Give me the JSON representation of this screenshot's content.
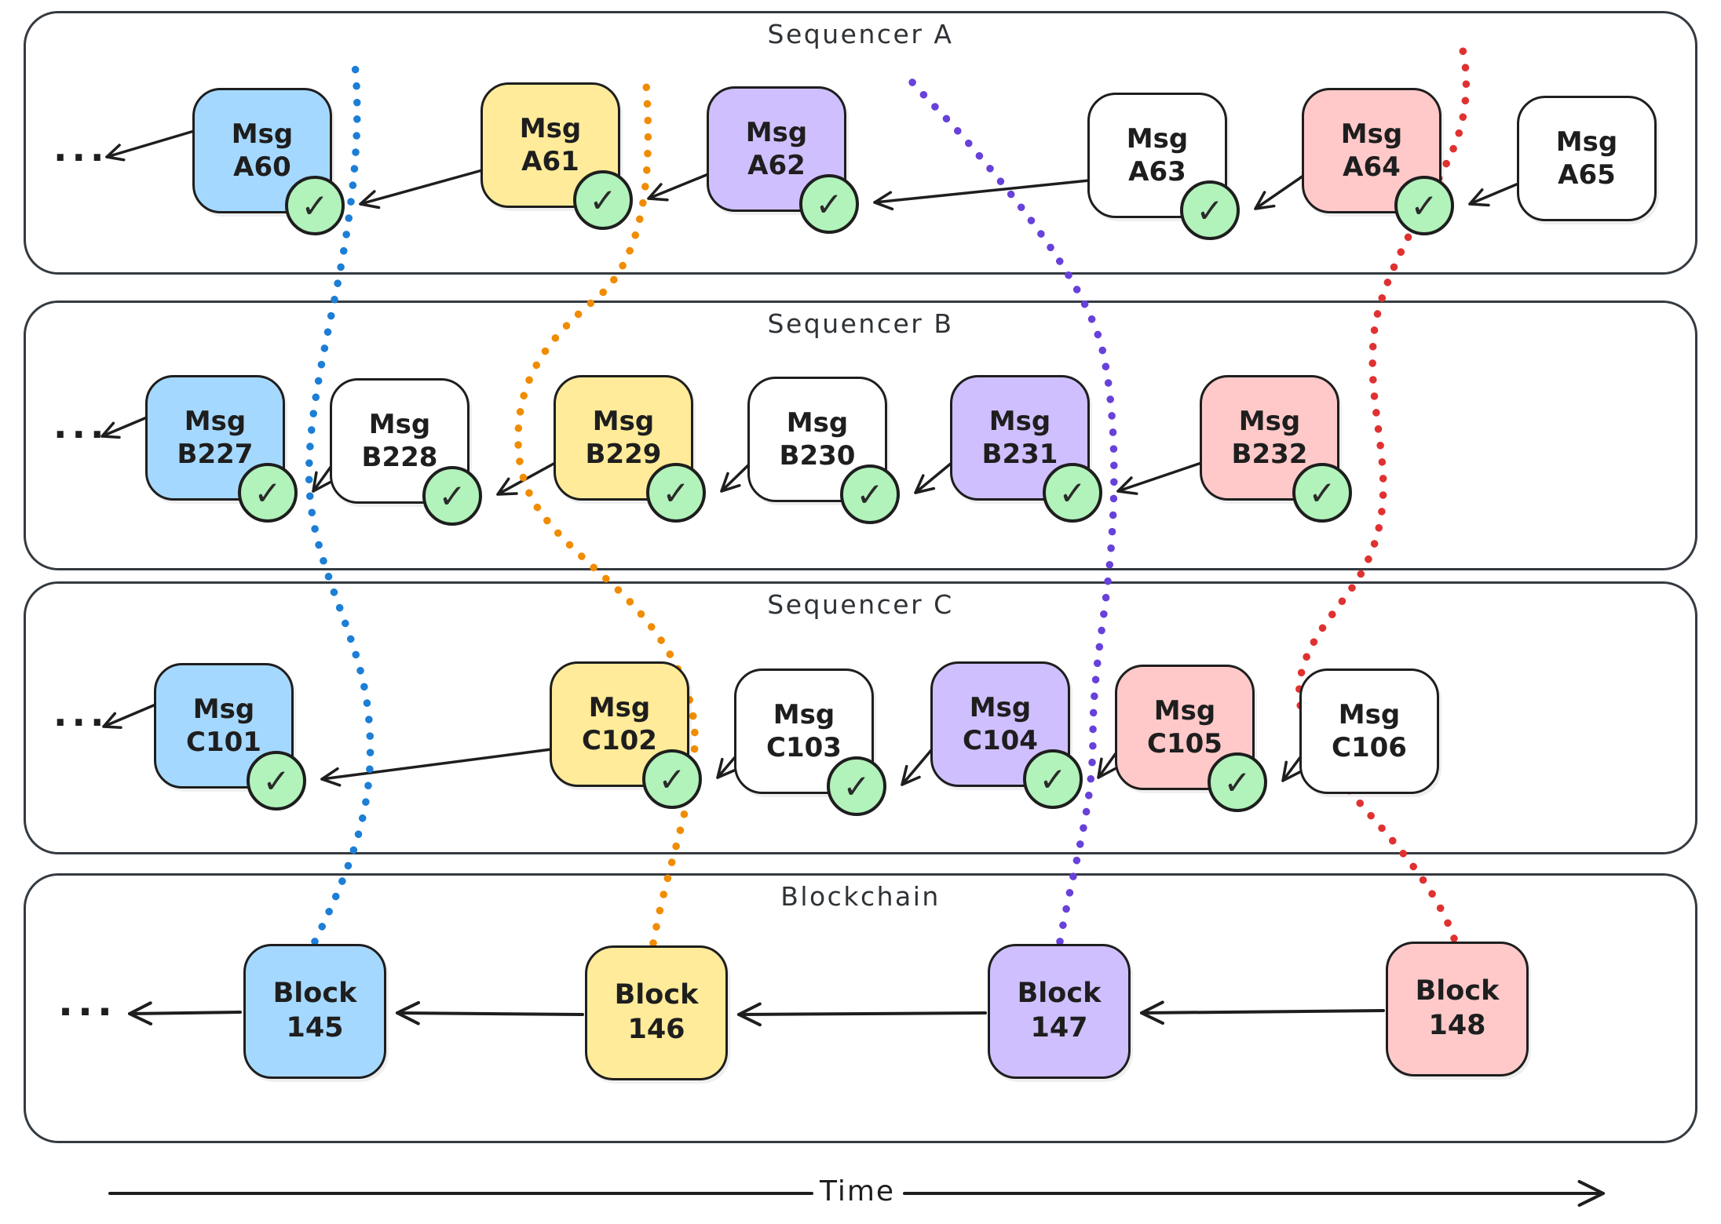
{
  "lanes": [
    {
      "title": "Sequencer A",
      "ellipsis": "...",
      "messages": [
        {
          "line1": "Msg",
          "line2": "A60",
          "color": "blue",
          "checked": true
        },
        {
          "line1": "Msg",
          "line2": "A61",
          "color": "yellow",
          "checked": true
        },
        {
          "line1": "Msg",
          "line2": "A62",
          "color": "purple",
          "checked": true
        },
        {
          "line1": "Msg",
          "line2": "A63",
          "color": "white",
          "checked": true
        },
        {
          "line1": "Msg",
          "line2": "A64",
          "color": "pink",
          "checked": true
        },
        {
          "line1": "Msg",
          "line2": "A65",
          "color": "white",
          "checked": false
        }
      ]
    },
    {
      "title": "Sequencer B",
      "ellipsis": "...",
      "messages": [
        {
          "line1": "Msg",
          "line2": "B227",
          "color": "blue",
          "checked": true
        },
        {
          "line1": "Msg",
          "line2": "B228",
          "color": "white",
          "checked": true
        },
        {
          "line1": "Msg",
          "line2": "B229",
          "color": "yellow",
          "checked": true
        },
        {
          "line1": "Msg",
          "line2": "B230",
          "color": "white",
          "checked": true
        },
        {
          "line1": "Msg",
          "line2": "B231",
          "color": "purple",
          "checked": true
        },
        {
          "line1": "Msg",
          "line2": "B232",
          "color": "pink",
          "checked": true
        }
      ]
    },
    {
      "title": "Sequencer C",
      "ellipsis": "...",
      "messages": [
        {
          "line1": "Msg",
          "line2": "C101",
          "color": "blue",
          "checked": true
        },
        {
          "line1": "Msg",
          "line2": "C102",
          "color": "yellow",
          "checked": true
        },
        {
          "line1": "Msg",
          "line2": "C103",
          "color": "white",
          "checked": true
        },
        {
          "line1": "Msg",
          "line2": "C104",
          "color": "purple",
          "checked": true
        },
        {
          "line1": "Msg",
          "line2": "C105",
          "color": "pink",
          "checked": true
        },
        {
          "line1": "Msg",
          "line2": "C106",
          "color": "white",
          "checked": false
        }
      ]
    }
  ],
  "blockchain": {
    "title": "Blockchain",
    "ellipsis": "...",
    "blocks": [
      {
        "line1": "Block",
        "line2": "145",
        "color": "blue"
      },
      {
        "line1": "Block",
        "line2": "146",
        "color": "yellow"
      },
      {
        "line1": "Block",
        "line2": "147",
        "color": "purple"
      },
      {
        "line1": "Block",
        "line2": "148",
        "color": "pink"
      }
    ]
  },
  "block_links": [
    {
      "block": "145",
      "color": "link_blue"
    },
    {
      "block": "146",
      "color": "link_orange"
    },
    {
      "block": "147",
      "color": "link_purple"
    },
    {
      "block": "148",
      "color": "link_red"
    }
  ],
  "time_axis": {
    "label": "Time"
  },
  "icons": {
    "check": "✓"
  },
  "colors": {
    "blue": "#a5d8ff",
    "yellow": "#ffeb99",
    "purple": "#d0bfff",
    "pink": "#ffc9c9",
    "white": "#ffffff",
    "check_fill": "#b2f2bb",
    "ink": "#1e1e1e",
    "panel_border": "#343a40",
    "link_blue": "#1c7ed6",
    "link_orange": "#f08c00",
    "link_purple": "#6741d9",
    "link_red": "#e03131"
  }
}
